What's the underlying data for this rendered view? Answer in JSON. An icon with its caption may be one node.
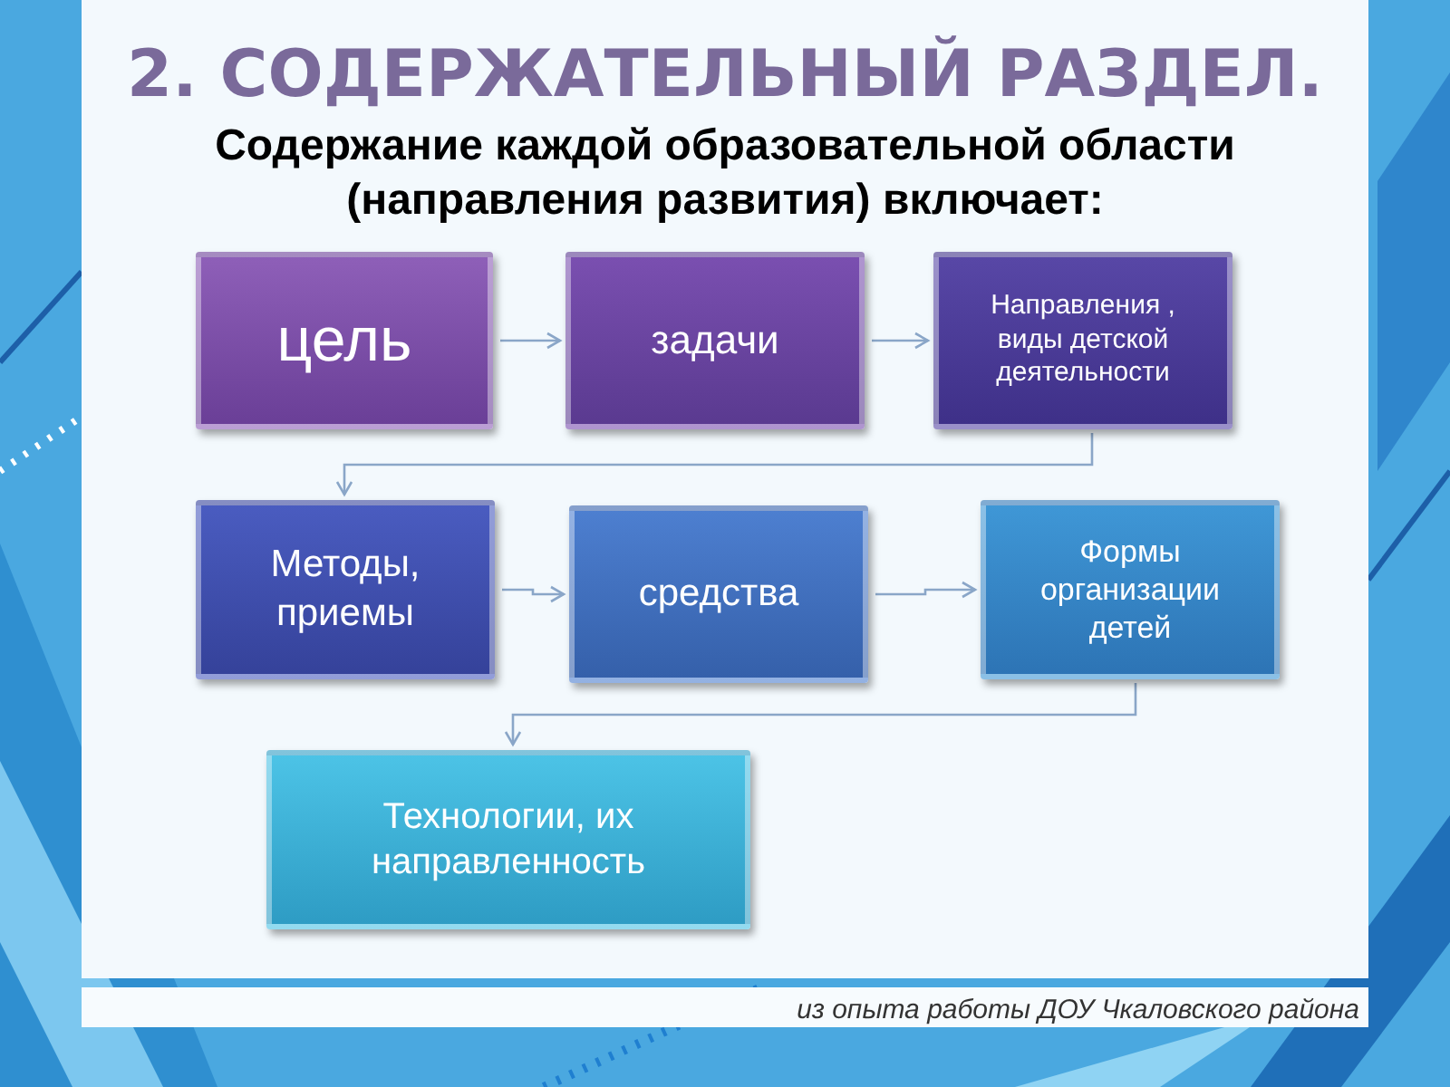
{
  "diagram": {
    "title": "2. СОДЕРЖАТЕЛЬНЫЙ РАЗДЕЛ.",
    "nodes": [
      {
        "text": [
          "цель"
        ]
      },
      {
        "text": [
          "задачи"
        ]
      },
      {
        "text": [
          "Направления , виды детской деятельности"
        ]
      },
      {
        "text": [
          "Методы, приемы"
        ]
      },
      {
        "text": [
          "средства"
        ]
      },
      {
        "text": [
          "Формы организации детей"
        ]
      },
      {
        "text": [
          "Технологии, их направленность"
        ]
      }
    ],
    "edges": [
      {
        "from": 0,
        "to": 1,
        "arrow": "to"
      },
      {
        "from": 1,
        "to": 2,
        "arrow": "to"
      },
      {
        "from": 2,
        "to": 3,
        "arrow": "to"
      },
      {
        "from": 3,
        "to": 4,
        "arrow": "to"
      },
      {
        "from": 4,
        "to": 5,
        "arrow": "to"
      },
      {
        "from": 5,
        "to": 6,
        "arrow": "to"
      }
    ],
    "labels": [
      "Содержание каждой образовательной области (направления развития) включает:",
      "из опыта работы ДОУ Чкаловского района"
    ]
  }
}
